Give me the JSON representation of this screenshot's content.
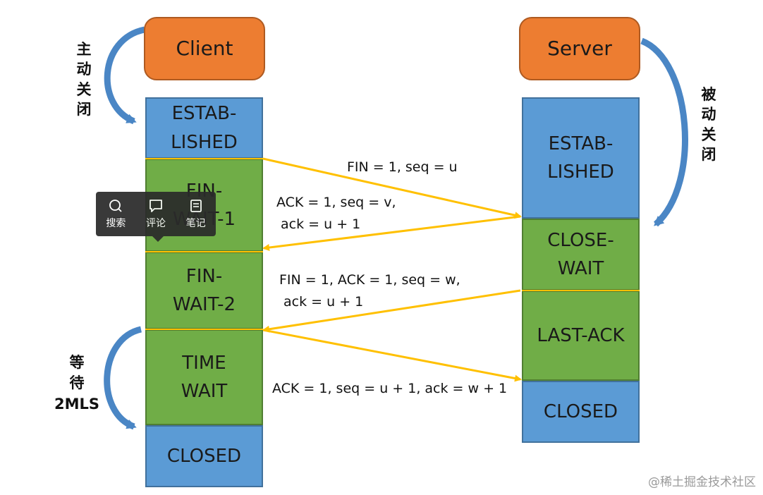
{
  "client": {
    "title": "Client",
    "states": [
      "ESTAB-\nLISHED",
      "FIN-\nWAIT-1",
      "FIN-\nWAIT-2",
      "TIME\nWAIT",
      "CLOSED"
    ]
  },
  "server": {
    "title": "Server",
    "states": [
      "ESTAB-\nLISHED",
      "CLOSE-\nWAIT",
      "LAST-ACK",
      "CLOSED"
    ]
  },
  "labels": {
    "active_close": "主动关闭",
    "passive_close": "被动关闭",
    "wait_2msl": "等\n待\n2MLS"
  },
  "messages": [
    "FIN = 1, seq = u",
    "ACK = 1, seq = v,\n ack = u + 1",
    "FIN = 1, ACK = 1, seq = w,\n ack = u + 1",
    "ACK = 1, seq = u + 1, ack = w + 1"
  ],
  "toolbar": {
    "search_label": "搜索",
    "comment_label": "评论",
    "note_label": "笔记"
  },
  "watermark": "@稀土掘金技术社区",
  "colors": {
    "state_blue": "#5b9bd5",
    "state_green": "#70ad47",
    "header_orange": "#ed7d31",
    "arrow_yellow": "#ffc000",
    "curve_blue": "#4a86c5"
  }
}
